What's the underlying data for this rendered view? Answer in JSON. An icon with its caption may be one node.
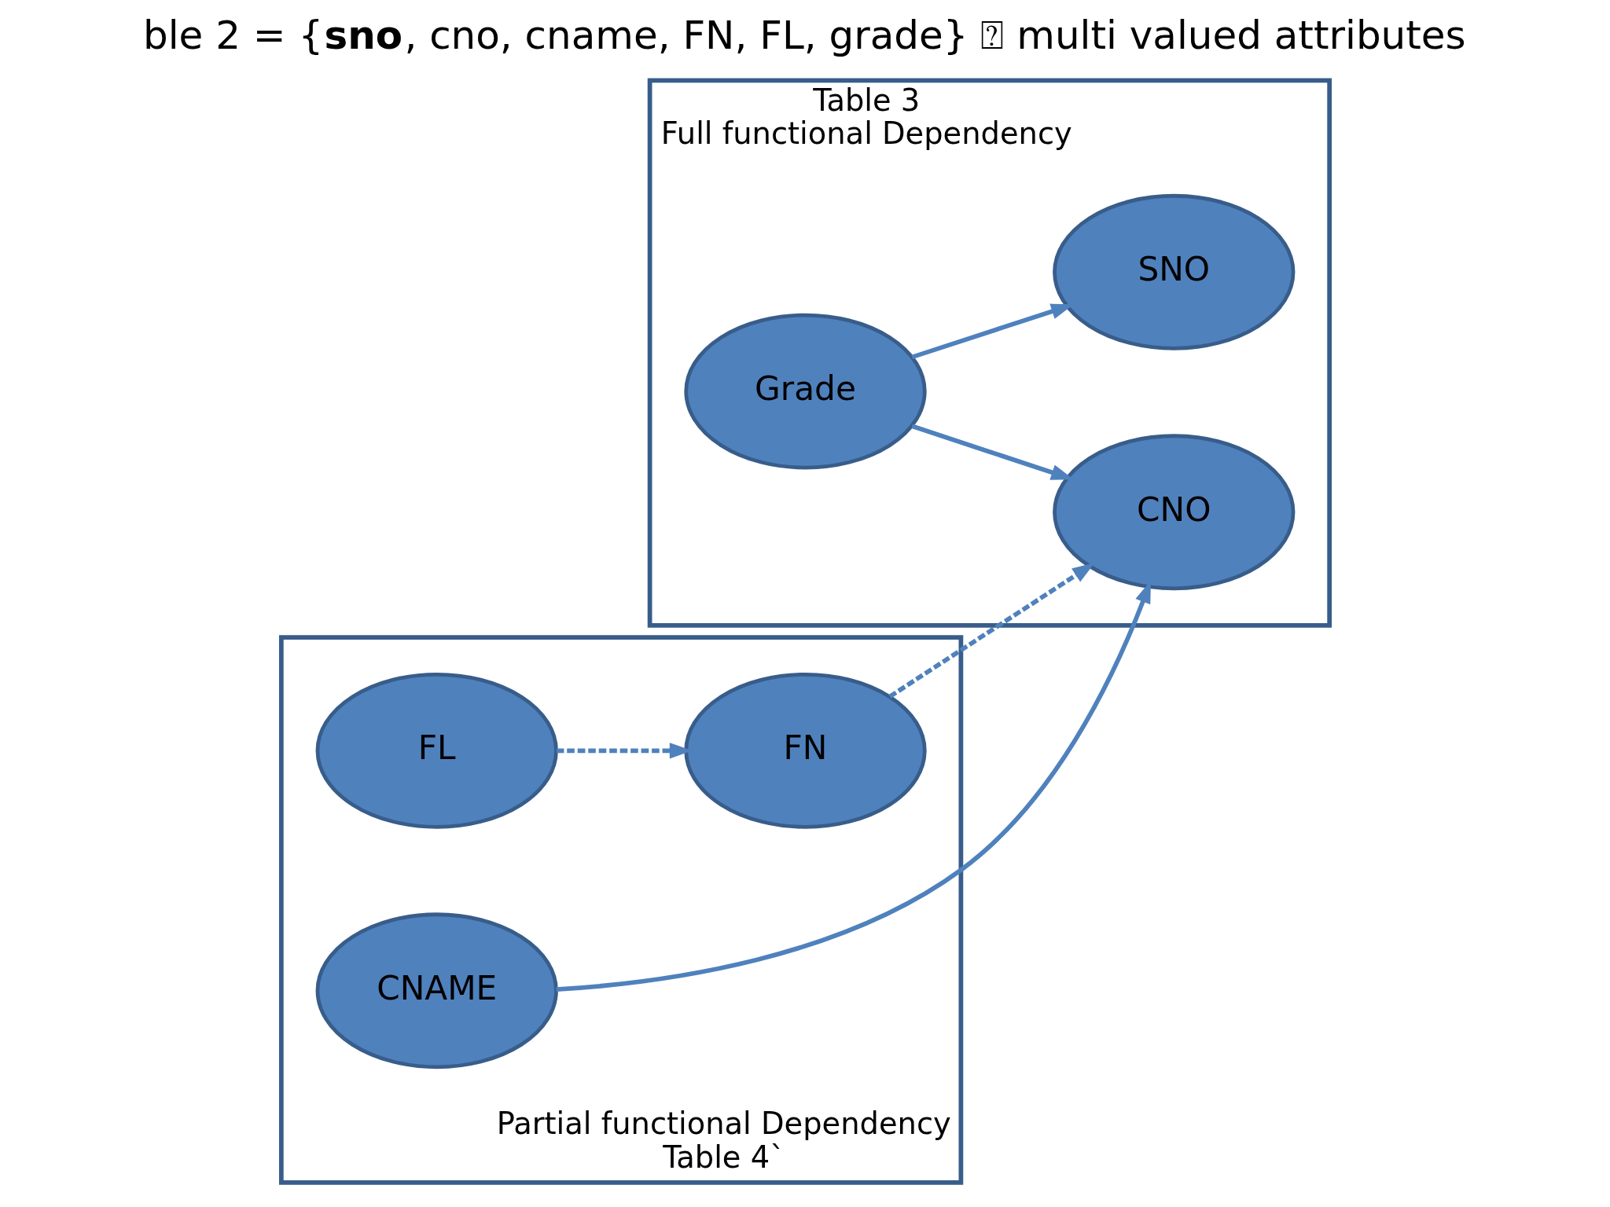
{
  "diagram": {
    "title": "ble 2 = {**sno**, cno, cname, FN, FL, grade} ⍰ multi valued attributes",
    "nodes": [
      {
        "text": [
          "Table 3",
          "Full functional Dependency"
        ]
      },
      {
        "text": [
          "SNO"
        ],
        "in": 0
      },
      {
        "text": [
          "Grade"
        ],
        "in": 0
      },
      {
        "text": [
          "CNO"
        ],
        "in": 0
      },
      {
        "text": [
          "Partial functional Dependency",
          "Table 4`"
        ]
      },
      {
        "text": [
          "CNAME"
        ],
        "in": 4
      },
      {
        "text": [
          "FL"
        ],
        "in": 4
      },
      {
        "text": [
          "FN"
        ],
        "in": 4
      }
    ],
    "edges": [
      {
        "from": 2,
        "to": 1,
        "arrow": "to"
      },
      {
        "from": 2,
        "to": 3,
        "arrow": "to"
      },
      {
        "from": 5,
        "to": 3,
        "arrow": "to"
      },
      {
        "from": 6,
        "to": 7,
        "arrow": "to",
        "style": "dashed"
      },
      {
        "from": 7,
        "to": 3,
        "arrow": "to",
        "style": "dashed"
      }
    ]
  }
}
